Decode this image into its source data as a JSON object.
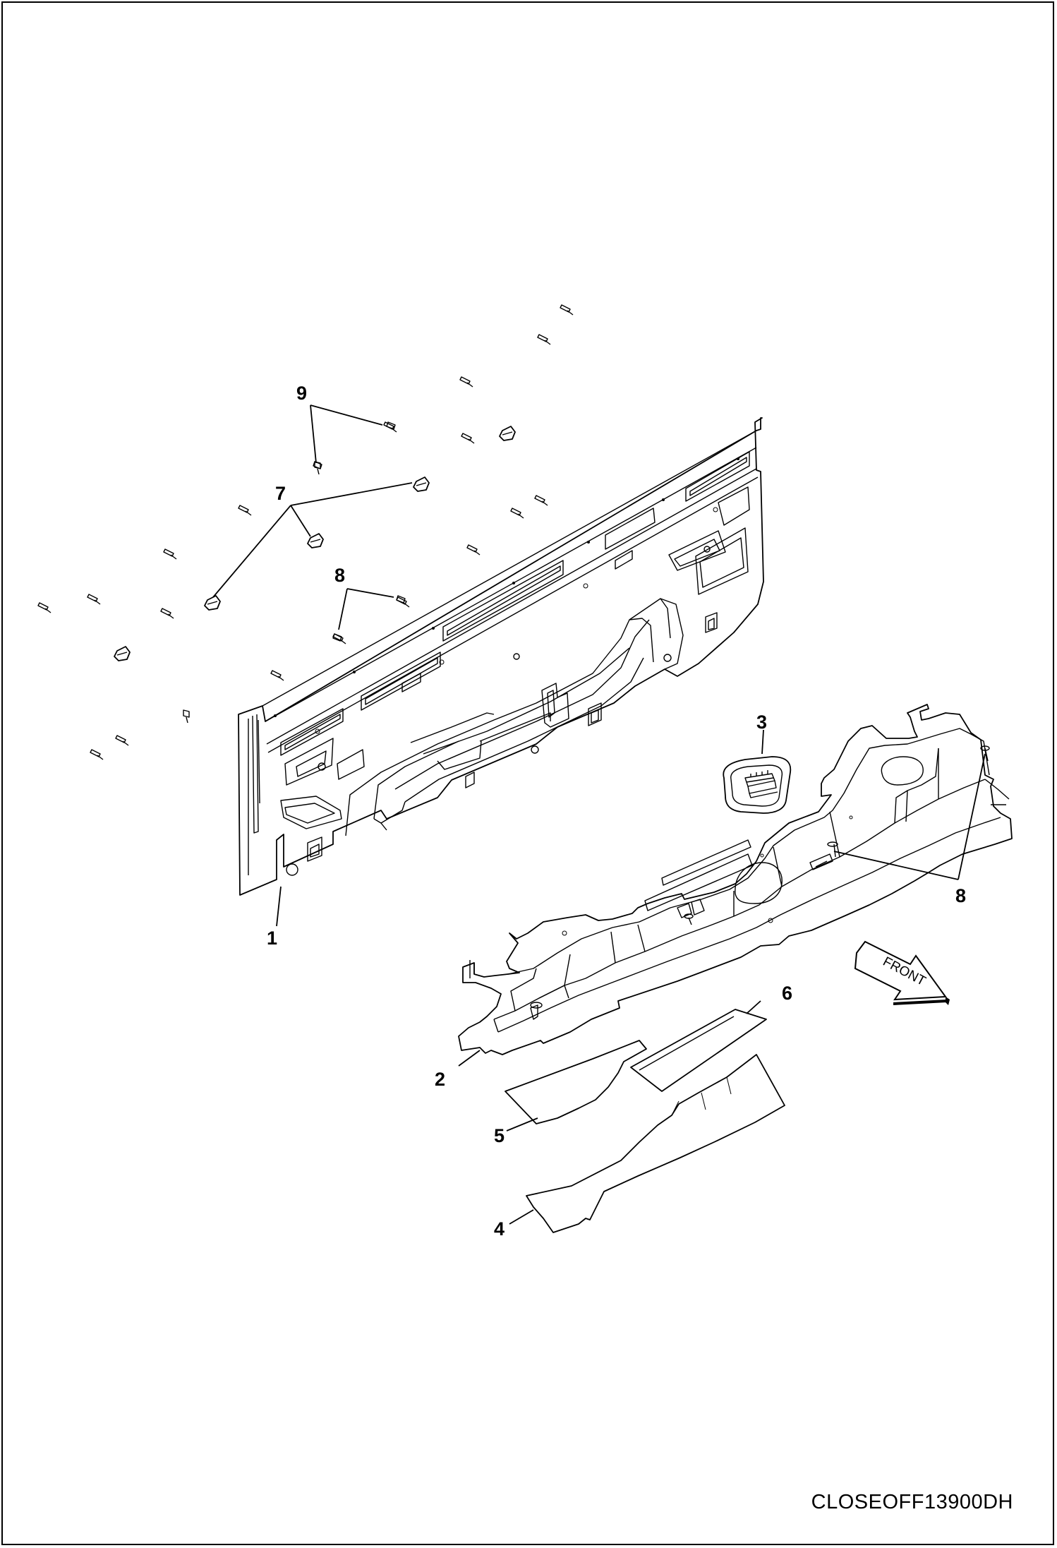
{
  "callouts": {
    "c1": "1",
    "c2": "2",
    "c3": "3",
    "c4": "4",
    "c5": "5",
    "c6": "6",
    "c7": "7",
    "c8_upper": "8",
    "c8_lower": "8",
    "c9": "9"
  },
  "direction_arrow": {
    "label": "FRONT"
  },
  "part_id": "CLOSEOFF13900DH"
}
